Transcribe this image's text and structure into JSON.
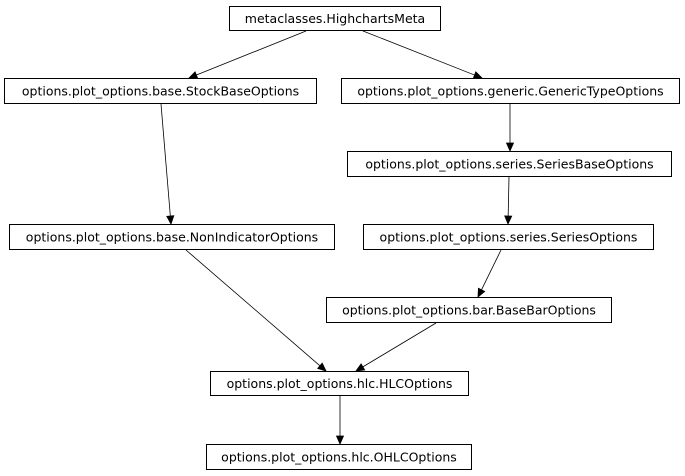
{
  "nodes": {
    "highcharts_meta": "metaclasses.HighchartsMeta",
    "stock_base_options": "options.plot_options.base.StockBaseOptions",
    "generic_type_options": "options.plot_options.generic.GenericTypeOptions",
    "series_base_options": "options.plot_options.series.SeriesBaseOptions",
    "non_indicator_options": "options.plot_options.base.NonIndicatorOptions",
    "series_options": "options.plot_options.series.SeriesOptions",
    "base_bar_options": "options.plot_options.bar.BaseBarOptions",
    "hlc_options": "options.plot_options.hlc.HLCOptions",
    "ohlc_options": "options.plot_options.hlc.OHLCOptions"
  },
  "edges": [
    {
      "from": "highcharts_meta",
      "to": "stock_base_options"
    },
    {
      "from": "highcharts_meta",
      "to": "generic_type_options"
    },
    {
      "from": "generic_type_options",
      "to": "series_base_options"
    },
    {
      "from": "stock_base_options",
      "to": "non_indicator_options"
    },
    {
      "from": "series_base_options",
      "to": "series_options"
    },
    {
      "from": "series_options",
      "to": "base_bar_options"
    },
    {
      "from": "non_indicator_options",
      "to": "hlc_options"
    },
    {
      "from": "base_bar_options",
      "to": "hlc_options"
    },
    {
      "from": "hlc_options",
      "to": "ohlc_options"
    }
  ]
}
